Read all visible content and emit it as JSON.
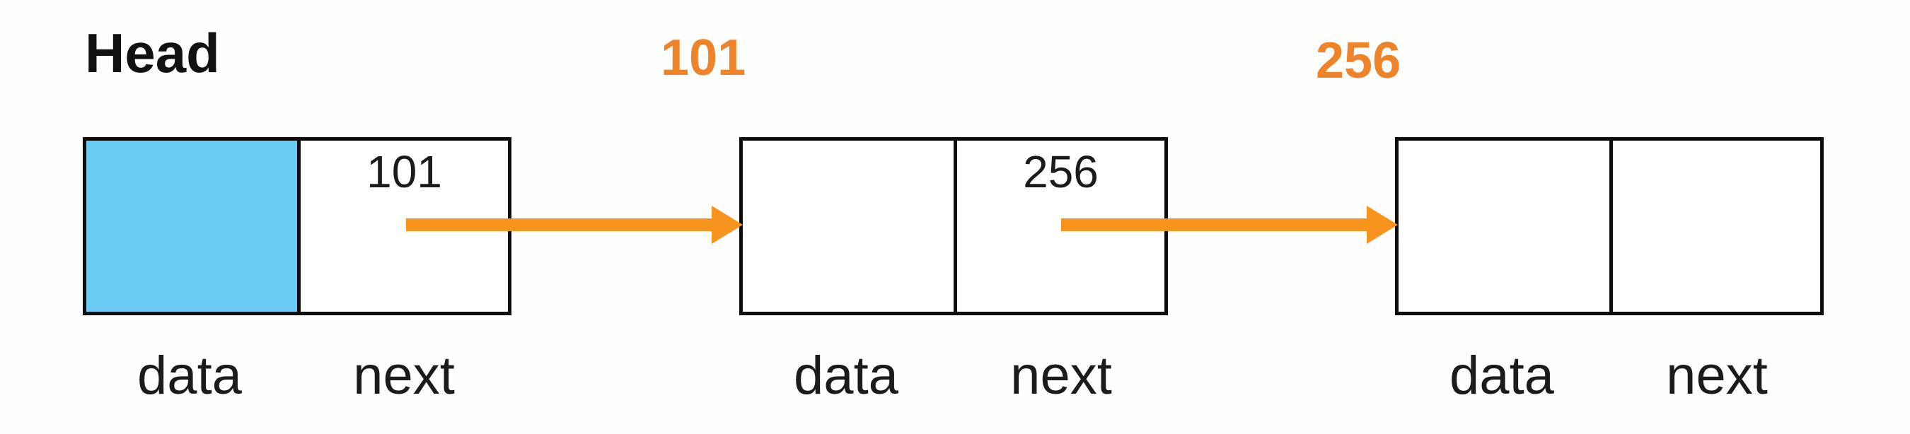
{
  "diagram": {
    "head_label": "Head",
    "nodes": [
      {
        "address_label": "",
        "data_value": "",
        "next_value": "101",
        "data_cell_highlighted": true,
        "data_field_label": "data",
        "next_field_label": "next"
      },
      {
        "address_label": "101",
        "data_value": "",
        "next_value": "256",
        "data_cell_highlighted": false,
        "data_field_label": "data",
        "next_field_label": "next"
      },
      {
        "address_label": "256",
        "data_value": "",
        "next_value": "",
        "data_cell_highlighted": false,
        "data_field_label": "data",
        "next_field_label": "next"
      }
    ],
    "arrows": [
      {
        "from_node": 0,
        "to_node": 1
      },
      {
        "from_node": 1,
        "to_node": 2
      }
    ],
    "colors": {
      "arrow_orange": "#F7941E",
      "address_label_orange": "#EF8329",
      "data_cell_blue": "#6BCBF5",
      "box_border_black": "#0D0D0D",
      "text_black": "#1B1B1B",
      "background": "#FFFFFF"
    }
  }
}
